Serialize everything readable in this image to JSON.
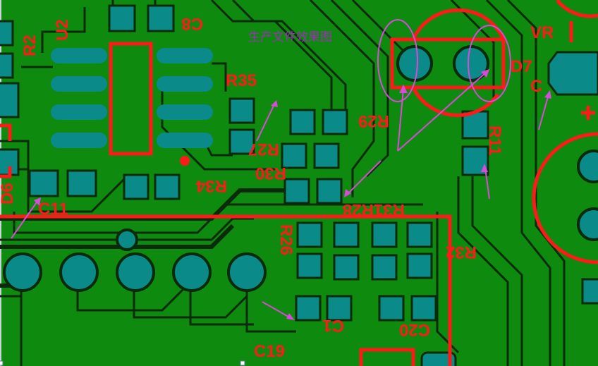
{
  "caption": "生产文件效果图",
  "colors": {
    "board": "#0e8a0e",
    "trace_outline": "#0a2a0a",
    "pad": "#0b8a8a",
    "silkscreen": "#ff1a1a",
    "annotation": "#d84ad8"
  },
  "labels": {
    "u2": "U2",
    "r2": "R2",
    "c8": "C8",
    "vr": "VR",
    "d7": "D7",
    "c_top": "C",
    "r35": "R35",
    "r29": "R29",
    "r27": "R27",
    "r30": "R30",
    "r34": "R34",
    "r11": "R11",
    "c11": "C11",
    "r31r28": "R31R28",
    "r26": "R26",
    "r32": "R32",
    "c1": "C1",
    "c20": "C20",
    "c19": "C19",
    "d6": "D6"
  }
}
